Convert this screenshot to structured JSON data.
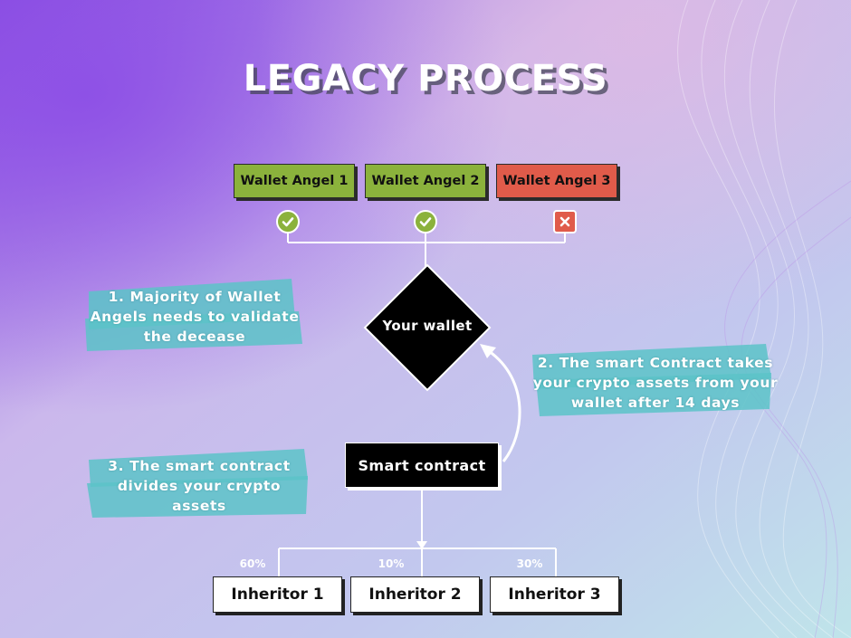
{
  "title": "LEGACY PROCESS",
  "angels": [
    {
      "label": "Wallet Angel 1",
      "status": "approved",
      "color": "#8bb23c"
    },
    {
      "label": "Wallet Angel 2",
      "status": "approved",
      "color": "#8bb23c"
    },
    {
      "label": "Wallet Angel 3",
      "status": "rejected",
      "color": "#e05b4a"
    }
  ],
  "wallet": {
    "label": "Your wallet"
  },
  "smart_contract": {
    "label": "Smart contract"
  },
  "notes": {
    "step1": [
      "1. Majority of Wallet",
      "Angels needs to validate",
      "the decease"
    ],
    "step2": [
      "2. The smart Contract takes",
      "your crypto assets from your",
      "wallet after 14 days"
    ],
    "step3": [
      "3. The smart contract",
      "divides your crypto",
      "assets"
    ]
  },
  "inheritors": [
    {
      "label": "Inheritor 1",
      "share": "60%"
    },
    {
      "label": "Inheritor 2",
      "share": "10%"
    },
    {
      "label": "Inheritor 3",
      "share": "30%"
    }
  ],
  "colors": {
    "approved": "#8bb23c",
    "rejected": "#e05b4a",
    "highlight": "#5cc3c8"
  }
}
